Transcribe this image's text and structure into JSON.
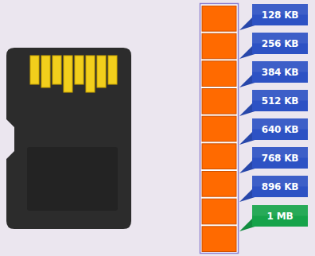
{
  "diagram": {
    "nodes": [
      {
        "text": [
          "128 KB"
        ]
      },
      {
        "text": [
          "256 KB"
        ]
      },
      {
        "text": [
          "384 KB"
        ]
      },
      {
        "text": [
          "512 KB"
        ]
      },
      {
        "text": [
          "640 KB"
        ]
      },
      {
        "text": [
          "768 KB"
        ]
      },
      {
        "text": [
          "896 KB"
        ]
      },
      {
        "text": [
          "1 MB"
        ]
      }
    ]
  }
}
